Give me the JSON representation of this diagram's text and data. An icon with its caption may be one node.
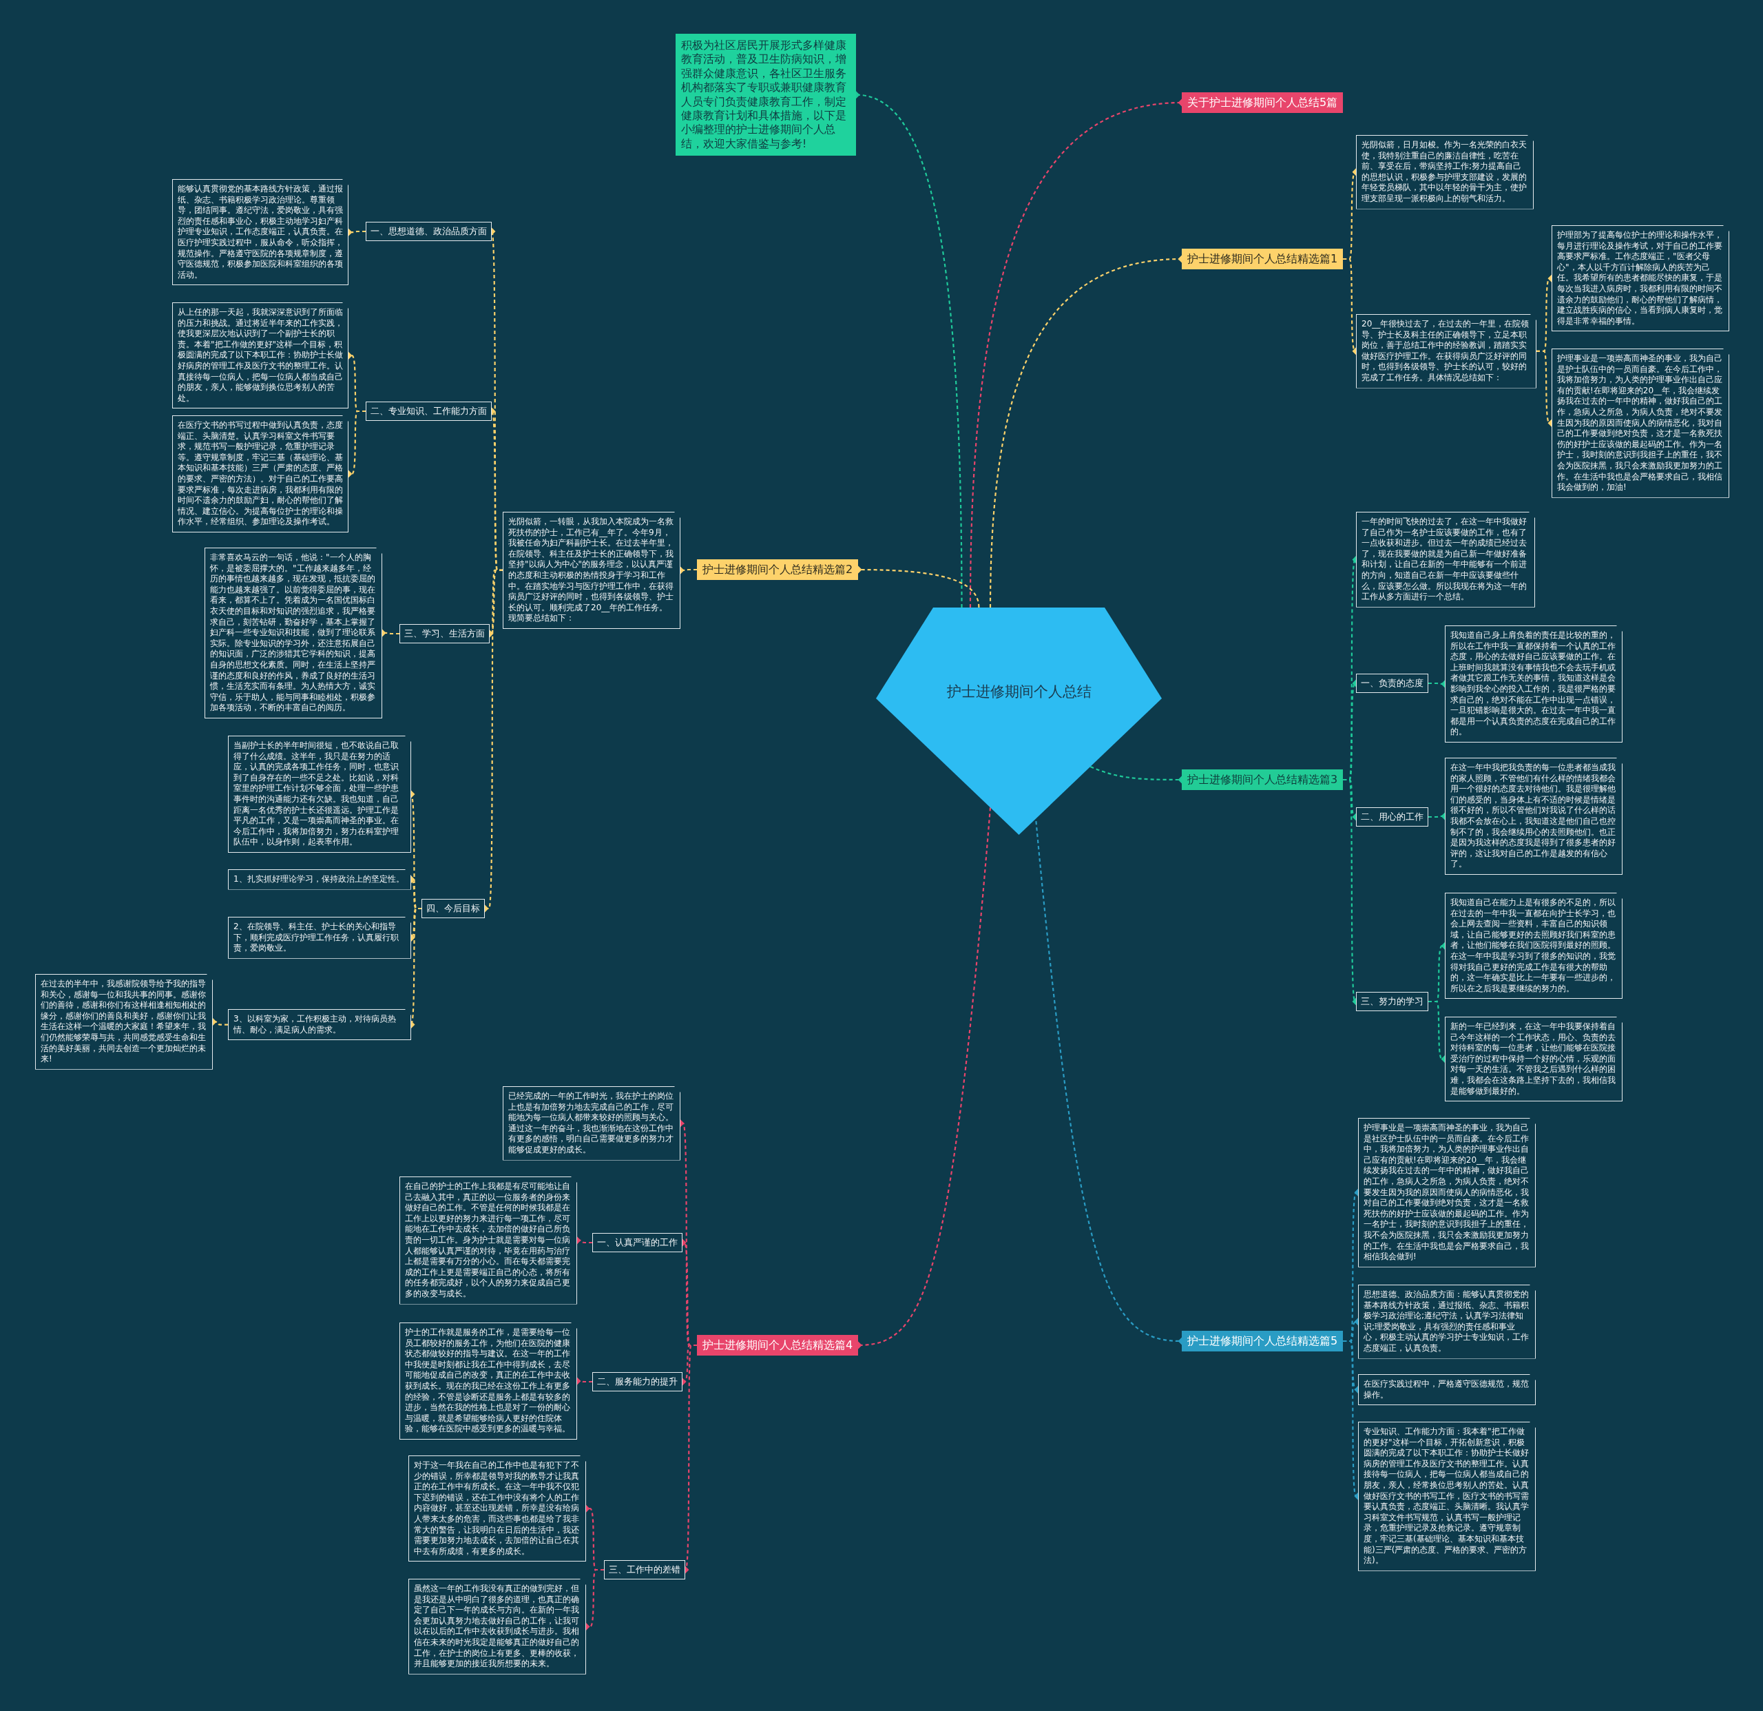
{
  "diagram": {
    "nodes": [
      {
        "text": [
          "护士进修期间个人总结"
        ]
      },
      {
        "text": [
          "积极为社区居民开展形式多样健康教育活动，普及卫生防病知识，增强群众健康意识，各社区卫生服务机构都落实了专职或兼职健康教育人员专门负责健康教育工作，制定健康教育计划和具体措施，以下是小编整理的护士进修期间个人总结，欢迎大家借鉴与参考!"
        ]
      },
      {
        "text": [
          "关于护士进修期间个人总结5篇"
        ]
      },
      {
        "text": [
          "护士进修期间个人总结精选篇1"
        ]
      },
      {
        "text": [
          "光阴似箭，日月如梭。作为一名光荣的白衣天使，我特别注重自己的廉洁自律性，吃苦在前、享受在后，带病坚持工作;努力提高自己的思想认识，积极参与护理支部建设，发展的年轻党员梯队，其中以年轻的骨干为主，使护理支部呈现一派积极向上的朝气和活力。"
        ]
      },
      {
        "text": [
          "20__年很快过去了，在过去的一年里，在院领导、护士长及科主任的正确领导下，立足本职岗位，善于总结工作中的经验教训，踏踏实实做好医疗护理工作。在获得病员广泛好评的同时，也得到各级领导、护士长的认可，较好的完成了工作任务。具体情况总结如下："
        ]
      },
      {
        "text": [
          "护理部为了提高每位护士的理论和操作水平，每月进行理论及操作考试，对于自己的工作要高要求严标准。工作态度端正，\"医者父母心\"，本人以千方百计解除病人的疾苦为己任。我希望所有的患者都能尽快的康复，于是每次当我进入病房时，我都利用有限的时间不遗余力的鼓励他们，耐心的帮他们了解病情，建立战胜疾病的信心，当看到病人康复时，觉得是非常幸福的事情。"
        ]
      },
      {
        "text": [
          "护理事业是一项崇高而神圣的事业，我为自己是护士队伍中的一员而自豪。在今后工作中，我将加倍努力，为人类的护理事业作出自己应有的贡献!在即将迎来的20__年，我会继续发扬我在过去的一年中的精神，做好我自己的工作，急病人之所急，为病人负责，绝对不要发生因为我的原因而使病人的病情恶化，我对自己的工作要做到绝对负责，这才是一名救死扶伤的好护士应该做的最起码的工作。作为一名护士，我时刻的意识到我担子上的重任，我不会为医院抹黑，我只会来激励我更加努力的工作。在生活中我也是会严格要求自己，我相信我会做到的，加油!"
        ]
      },
      {
        "text": [
          "护士进修期间个人总结精选篇2"
        ]
      },
      {
        "text": [
          "光阴似箭，一转眼，从我加入本院成为一名救死扶伤的护士，工作已有__年了。今年9月，我被任命为妇产科副护士长。在过去半年里，在院领导、科主任及护士长的正确领导下，我坚持\"以病人为中心\"的服务理念，以认真严谨的态度和主动积极的热情投身于学习和工作中。在踏实地学习与医疗护理工作中，在获得病员广泛好评的同时，也得到各级领导、护士长的认可。顺利完成了20__年的工作任务。现简要总结如下："
        ]
      },
      {
        "text": [
          "一、思想道德、政治品质方面"
        ]
      },
      {
        "text": [
          "能够认真贯彻党的基本路线方针政策，通过报纸、杂志、书籍积极学习政治理论。尊重领导，团结同事。遵纪守法，爱岗敬业，具有强烈的责任感和事业心，积极主动地学习妇产科护理专业知识，工作态度端正，认真负责。在医疗护理实践过程中，服从命令，听众指挥，规范操作。严格遵守医院的各项规章制度，遵守医德规范，积极参加医院和科室组织的各项活动。"
        ]
      },
      {
        "text": [
          "二、专业知识、工作能力方面"
        ]
      },
      {
        "text": [
          "从上任的那一天起，我就深深意识到了所面临的压力和挑战。通过将近半年来的工作实践，使我更深层次地认识到了一个副护士长的职责。本着\"把工作做的更好\"这样一个目标，积极圆满的完成了以下本职工作：协助护士长做好病房的管理工作及医疗文书的整理工作。认真接待每一位病人，把每一位病人都当成自己的朋友，亲人，能够做到换位思考别人的苦处。"
        ]
      },
      {
        "text": [
          "在医疗文书的书写过程中做到认真负责，态度端正、头脑清楚。认真学习科室文件书写要求，规范书写一般护理记录，危重护理记录等。遵守规章制度，牢记三基（基础理论、基本知识和基本技能）三严（严肃的态度、严格的要求、严密的方法）。对于自己的工作要高要求严标准，每次走进病房，我都利用有限的时间不遗余力的鼓励产妇，耐心的帮他们了解情况、建立信心。为提高每位护士的理论和操作水平，经常组织、参加理论及操作考试。"
        ]
      },
      {
        "text": [
          "三、学习、生活方面"
        ]
      },
      {
        "text": [
          "非常喜欢马云的一句话，他说：\"一个人的胸怀，是被委屈撑大的。\"工作越来越多年，经历的事情也越来越多，现在发现，抵抗委屈的能力也越来越强了。以前觉得委屈的事，现在看来，都算不上了。凭着成为一名国优国标白衣天使的目标和对知识的强烈追求，我严格要求自己，刻苦钻研，勤奋好学，基本上掌握了妇产科一些专业知识和技能，做到了理论联系实际。除专业知识的学习外，还注意拓展自己的知识面，广泛的涉猎其它学科的知识，提高自身的思想文化素质。同时，在生活上坚持严谨的态度和良好的作风，养成了良好的生活习惯，生活充实而有条理。为人热情大方，诚实守信，乐于助人，能与同事和睦相处，积极参加各项活动，不断的丰富自己的阅历。"
        ]
      },
      {
        "text": [
          "四、今后目标"
        ]
      },
      {
        "text": [
          "当副护士长的半年时间很短，也不敢说自己取得了什么成绩。这半年，我只是在努力的适应，认真的完成各项工作任务，同时，也意识到了自身存在的一些不足之处。比如说，对科室里的护理工作计划不够全面，处理一些护患事件时的沟通能力还有欠缺。我也知道，自己距离一名优秀的护士长还很遥远。护理工作是平凡的工作，又是一项崇高而神圣的事业。在今后工作中，我将加倍努力，努力在科室护理队伍中，以身作则，起表率作用。"
        ]
      },
      {
        "text": [
          "1、扎实抓好理论学习，保持政治上的坚定性。"
        ]
      },
      {
        "text": [
          "2、在院领导、科主任、护士长的关心和指导下，顺利完成医疗护理工作任务，认真履行职责，爱岗敬业。"
        ]
      },
      {
        "text": [
          "3、以科室为家，工作积极主动，对待病员热情、耐心，满足病人的需求。"
        ]
      },
      {
        "text": [
          "在过去的半年中，我感谢院领导给予我的指导和关心，感谢每一位和我共事的同事。感谢你们的善待，感谢和你们有这样相逢相知相处的缘分，感谢你们的善良和美好，感谢你们让我生活在这样一个温暖的大家庭！希望来年，我们仍然能够荣辱与共，共同感觉感受生命和生活的美好美丽，共同去创造一个更加灿烂的未来!"
        ]
      },
      {
        "text": [
          "护士进修期间个人总结精选篇3"
        ]
      },
      {
        "text": [
          "一年的时间飞快的过去了，在这一年中我做好了自己作为一名护士应该要做的工作，也有了一点收获和进步。但过去一年的成绩已经过去了，现在我要做的就是为自己新一年做好准备和计划，让自己在新的一年中能够有一个前进的方向，知道自己在新一年中应该要做些什么，应该要怎么做。所以我现在将为这一年的工作从多方面进行一个总结。"
        ]
      },
      {
        "text": [
          "一、负责的态度"
        ]
      },
      {
        "text": [
          "我知道自己身上肩负着的责任是比较的重的，所以在工作中我一直都保持着一个认真的工作态度，用心的去做好自己应该要做的工作。在上班时间我就算没有事情我也不会去玩手机或者做其它跟工作无关的事情，我知道这样是会影响到我全心的投入工作的，我是很严格的要求自己的，绝对不能在工作中出现一点错误，一旦犯错影响是很大的。在过去一年中我一直都是用一个认真负责的态度在完成自己的工作的。"
        ]
      },
      {
        "text": [
          "二、用心的工作"
        ]
      },
      {
        "text": [
          "在这一年中我把我负责的每一位患者都当成我的家人照顾，不管他们有什么样的情绪我都会用一个很好的态度去对待他们。我是很理解他们的感受的，当身体上有不适的时候是情绪是很不好的，所以不管他们对我说了什么样的话我都不会放在心上，我知道这是他们自己也控制不了的，我会继续用心的去照顾他们。也正是因为我这样的态度我是得到了很多患者的好评的，这让我对自己的工作是越发的有信心了。"
        ]
      },
      {
        "text": [
          "三、努力的学习"
        ]
      },
      {
        "text": [
          "我知道自己在能力上是有很多的不足的，所以在过去的一年中我一直都在向护士长学习，也会上网去查阅一些资料，丰富自己的知识领域，让自己能够更好的去照顾好我们科室的患者，让他们能够在我们医院得到最好的照顾。在这一年中我是学习到了很多的知识的，我觉得对我自己更好的完成工作是有很大的帮助的，这一年确实是比上一年要有一些进步的，所以在之后我是要继续的努力的。"
        ]
      },
      {
        "text": [
          "新的一年已经到来，在这一年中我要保持着自己今年这样的一个工作状态，用心、负责的去对待科室的每一位患者，让他们能够在医院接受治疗的过程中保持一个好的心情，乐观的面对每一天的生活。不管我之后遇到什么样的困难，我都会在这条路上坚持下去的，我相信我是能够做到最好的。"
        ]
      },
      {
        "text": [
          "护士进修期间个人总结精选篇4"
        ]
      },
      {
        "text": [
          "已经完成的一年的工作时光，我在护士的岗位上也是有加倍努力地去完成自己的工作，尽可能地为每一位病人都带来较好的照顾与关心。通过这一年的奋斗，我也渐渐地在这份工作中有更多的感悟，明白自己需要做更多的努力才能够促成更好的成长。"
        ]
      },
      {
        "text": [
          "一、认真严谨的工作"
        ]
      },
      {
        "text": [
          "在自己的护士的工作上我都是有尽可能地让自己去融入其中，真正的以一位服务者的身份来做好自己的工作。不管是任何的时候我都是在工作上以更好的努力来进行每一项工作，尽可能地在工作中去成长，去加倍的做好自己所负责的一切工作。身为护士就是需要对每一位病人都能够认真严谨的对待，毕竟在用药与治疗上都是需要有万分的小心。而在每天都需要完成的工作上更是需要端正自己的心态，将所有的任务都完成好，以个人的努力来促成自己更多的改变与成长。"
        ]
      },
      {
        "text": [
          "二、服务能力的提升"
        ]
      },
      {
        "text": [
          "护士的工作就是服务的工作，是需要给每一位员工都较好的服务工作，为他们在医院的健康状态都做较好的指导与建议。在这一年的工作中我便是时刻都让我在工作中得到成长，去尽可能地促成自己的改变，真正的在工作中去收获到成长。现在的我已经在这份工作上有更多的经验，不管是诊断还是服务上都是有较多的进步，当然在我的性格上也是对了一份的耐心与温暖，就是希望能够给病人更好的住院体验，能够在医院中感受到更多的温暖与幸福。"
        ]
      },
      {
        "text": [
          "三、工作中的差错"
        ]
      },
      {
        "text": [
          "对于这一年我在自己的工作中也是有犯下了不少的错误，所幸都是领导对我的教导才让我真正的在工作中有所成长。在这一年中我不仅犯下迟到的错误，还在工作中没有将个人的工作内容做好，甚至还出现差错，所幸是没有给病人带来太多的危害，而这些事也都是给了我非常大的警告，让我明白在日后的生活中，我还需要更加努力地去成长，去加倍的让自己在其中去有所成绩，有更多的成长。"
        ]
      },
      {
        "text": [
          "虽然这一年的工作我没有真正的做到完好，但是我还是从中明白了很多的道理，也真正的确定了自己下一年的成长与方向。在新的一年我会更加认真努力地去做好自己的工作，让我可以在以后的工作中去收获到成长与进步。我相信在未来的时光我定是能够真正的做好自己的工作，在护士的岗位上有更多、更棒的收获，并且能够更加的接近我所想要的未来。"
        ]
      },
      {
        "text": [
          "护士进修期间个人总结精选篇5"
        ]
      },
      {
        "text": [
          "护理事业是一项崇高而神圣的事业，我为自己是社区护士队伍中的一员而自豪。在今后工作中，我将加倍努力，为人类的护理事业作出自己应有的贡献!在即将迎来的20__年，我会继续发扬我在过去的一年中的精神，做好我自己的工作，急病人之所急，为病人负责，绝对不要发生因为我的原因而使病人的病情恶化，我对自己的工作要做到绝对负责，这才是一名救死扶伤的好护士应该做的最起码的工作。作为一名护士，我时刻的意识到我担子上的重任，我不会为医院抹黑，我只会来激励我更加努力的工作。在生活中我也是会严格要求自己，我相信我会做到!"
        ]
      },
      {
        "text": [
          "思想道德、政治品质方面：能够认真贯彻党的基本路线方针政策，通过报纸、杂志、书籍积极学习政治理论;遵纪守法，认真学习法律知识;理爱岗敬业，具有强烈的责任感和事业心，积极主动认真的学习护士专业知识，工作态度端正，认真负责。"
        ]
      },
      {
        "text": [
          "在医疗实践过程中，严格遵守医德规范，规范操作。"
        ]
      },
      {
        "text": [
          "专业知识、工作能力方面：我本着\"把工作做的更好\"这样一个目标，开拓创新意识，积极圆满的完成了以下本职工作：协助护士长做好病房的管理工作及医疗文书的整理工作。认真接待每一位病人，把每一位病人都当成自己的朋友，亲人，经常换位思考别人的苦处。认真做好医疗文书的书写工作，医疗文书的书写需要认真负责，态度端正、头脑清晰。我认真学习科室文件书写规范，认真书写一般护理记录，危重护理记录及抢救记录。遵守规章制度，牢记三基(基础理论、基本知识和基本技能)三严(严肃的态度、严格的要求、严密的方法)。"
        ]
      }
    ],
    "edges": [
      {
        "from": 0,
        "to": 1,
        "arrow": "other",
        "color": "#1fc99a"
      },
      {
        "from": 0,
        "to": 2,
        "arrow": "other",
        "color": "#e8456b"
      },
      {
        "from": 0,
        "to": 3,
        "arrow": "other"
      },
      {
        "from": 3,
        "to": 4,
        "arrow": "other"
      },
      {
        "from": 3,
        "to": 5,
        "arrow": "other"
      },
      {
        "from": 5,
        "to": 6,
        "arrow": "other"
      },
      {
        "from": 5,
        "to": 7,
        "arrow": "other"
      },
      {
        "from": 0,
        "to": 8,
        "arrow": "other"
      },
      {
        "from": 8,
        "to": 9,
        "arrow": "other"
      },
      {
        "from": 9,
        "to": 10,
        "arrow": "other"
      },
      {
        "from": 10,
        "to": 11,
        "arrow": "other"
      },
      {
        "from": 9,
        "to": 12,
        "arrow": "other"
      },
      {
        "from": 12,
        "to": 13,
        "arrow": "other"
      },
      {
        "from": 12,
        "to": 14,
        "arrow": "other"
      },
      {
        "from": 9,
        "to": 15,
        "arrow": "other"
      },
      {
        "from": 15,
        "to": 16,
        "arrow": "other"
      },
      {
        "from": 9,
        "to": 17,
        "arrow": "other"
      },
      {
        "from": 17,
        "to": 18,
        "arrow": "other"
      },
      {
        "from": 17,
        "to": 19,
        "arrow": "other"
      },
      {
        "from": 17,
        "to": 20,
        "arrow": "other"
      },
      {
        "from": 17,
        "to": 21,
        "arrow": "other"
      },
      {
        "from": 21,
        "to": 22,
        "arrow": "other"
      },
      {
        "from": 0,
        "to": 23,
        "arrow": "other",
        "color": "#1fc99a"
      },
      {
        "from": 23,
        "to": 24,
        "arrow": "other",
        "color": "#1fc99a"
      },
      {
        "from": 23,
        "to": 25,
        "arrow": "other",
        "color": "#1fc99a"
      },
      {
        "from": 25,
        "to": 26,
        "arrow": "other",
        "color": "#1fc99a"
      },
      {
        "from": 23,
        "to": 27,
        "arrow": "other",
        "color": "#1fc99a"
      },
      {
        "from": 27,
        "to": 28,
        "arrow": "other",
        "color": "#1fc99a"
      },
      {
        "from": 23,
        "to": 29,
        "arrow": "other",
        "color": "#1fc99a"
      },
      {
        "from": 29,
        "to": 30,
        "arrow": "other",
        "color": "#1fc99a"
      },
      {
        "from": 29,
        "to": 31,
        "arrow": "other",
        "color": "#1fc99a"
      },
      {
        "from": 0,
        "to": 32,
        "arrow": "other",
        "color": "#e8456b"
      },
      {
        "from": 32,
        "to": 33,
        "arrow": "other",
        "color": "#e8456b"
      },
      {
        "from": 32,
        "to": 34,
        "arrow": "other",
        "color": "#e8456b"
      },
      {
        "from": 34,
        "to": 35,
        "arrow": "other",
        "color": "#e8456b"
      },
      {
        "from": 32,
        "to": 36,
        "arrow": "other",
        "color": "#e8456b"
      },
      {
        "from": 36,
        "to": 37,
        "arrow": "other",
        "color": "#e8456b"
      },
      {
        "from": 32,
        "to": 38,
        "arrow": "other",
        "color": "#e8456b"
      },
      {
        "from": 38,
        "to": 39,
        "arrow": "other",
        "color": "#e8456b"
      },
      {
        "from": 38,
        "to": 40,
        "arrow": "other",
        "color": "#e8456b"
      },
      {
        "from": 0,
        "to": 41,
        "arrow": "other",
        "color": "#2a9cc4"
      },
      {
        "from": 41,
        "to": 42,
        "arrow": "other",
        "color": "#2a9cc4"
      },
      {
        "from": 41,
        "to": 43,
        "arrow": "other",
        "color": "#2a9cc4"
      },
      {
        "from": 41,
        "to": 44,
        "arrow": "other",
        "color": "#2a9cc4"
      },
      {
        "from": 41,
        "to": 45,
        "arrow": "other",
        "color": "#2a9cc4"
      }
    ]
  }
}
